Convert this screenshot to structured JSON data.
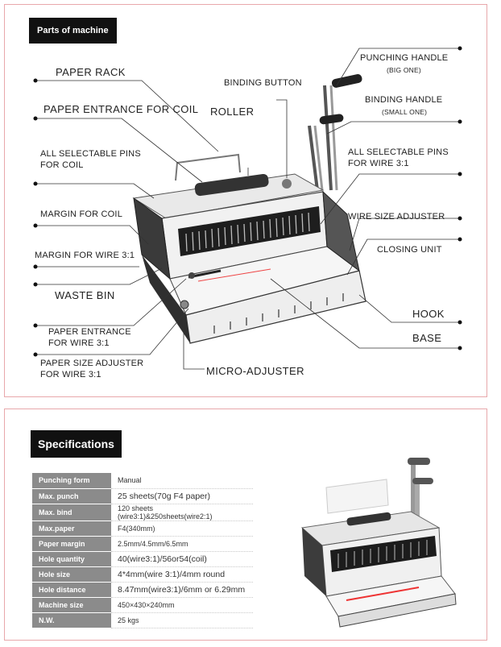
{
  "parts": {
    "heading": "Parts of machine",
    "labels": {
      "paper_rack": "PAPER RACK",
      "paper_entrance_coil": "PAPER ENTRANCE FOR COIL",
      "roller": "ROLLER",
      "binding_button": "BINDING BUTTON",
      "punching_handle": "PUNCHING HANDLE",
      "punching_handle_sub": "(BIG ONE)",
      "binding_handle": "BINDING HANDLE",
      "binding_handle_sub": "(SMALL ONE)",
      "pins_coil": "ALL SELECTABLE PINS FOR COIL",
      "pins_wire": "ALL SELECTABLE PINS FOR WIRE 3:1",
      "margin_coil": "MARGIN FOR COIL",
      "wire_size_adjuster": "WIRE SIZE ADJUSTER",
      "margin_wire": "MARGIN FOR WIRE 3:1",
      "closing_unit": "CLOSING UNIT",
      "waste_bin": "WASTE BIN",
      "hook": "HOOK",
      "paper_entrance_wire": "PAPER ENTRANCE FOR WIRE 3:1",
      "base": "BASE",
      "paper_size_adjuster": "PAPER SIZE ADJUSTER FOR WIRE 3:1",
      "micro_adjuster": "MICRO-ADJUSTER"
    }
  },
  "specs": {
    "heading": "Specifications",
    "rows": [
      {
        "key": "Punching form",
        "value": "Manual"
      },
      {
        "key": "Max. punch",
        "value": "25 sheets(70g F4 paper)"
      },
      {
        "key": "Max. bind",
        "value": "120 sheets (wire3:1)&250sheets(wire2:1)"
      },
      {
        "key": "Max.paper",
        "value": "F4(340mm)"
      },
      {
        "key": "Paper margin",
        "value": "2.5mm/4.5mm/6.5mm"
      },
      {
        "key": "Hole quantity",
        "value": "40(wire3:1)/56or54(coil)"
      },
      {
        "key": "Hole size",
        "value": "4*4mm(wire 3:1)/4mm round"
      },
      {
        "key": "Hole distance",
        "value": "8.47mm(wire3:1)/6mm or 6.29mm"
      },
      {
        "key": "Machine size",
        "value": "450×430×240mm"
      },
      {
        "key": "N.W.",
        "value": "25 kgs"
      }
    ]
  },
  "colors": {
    "border": "#e8a8ab",
    "badge": "#111111",
    "table_key_bg": "#8b8b8b"
  }
}
